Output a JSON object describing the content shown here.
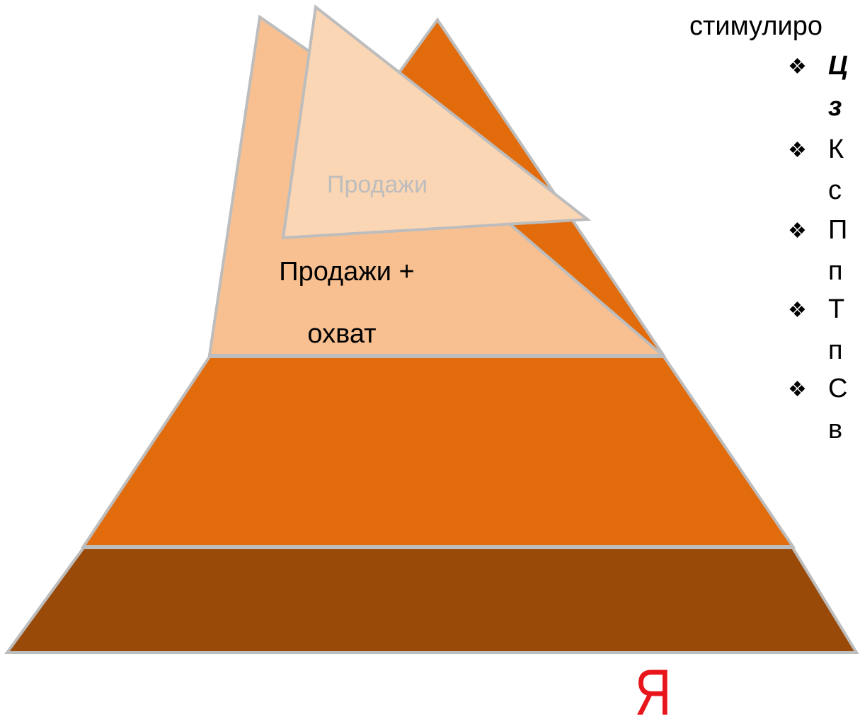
{
  "pyramid": {
    "apex_label": "Продажи",
    "upper_label_line1": "Продажи +",
    "upper_label_line2": "охват",
    "colors": {
      "orange": "#E26C0C",
      "light_peach": "#F8C090",
      "pale_peach": "#FBD6B4",
      "dark_brown": "#994A08",
      "outline": "#BDBDBD",
      "apex_text": "#BDBDBD"
    }
  },
  "side_text": {
    "heading_fragment": "стимулиро",
    "bullet_icon": "diamond-cluster-icon",
    "bullets": [
      {
        "line1": "Ц",
        "line2": "з"
      },
      {
        "line1": "К",
        "line2": "с"
      },
      {
        "line1": "П",
        "line2": "п"
      },
      {
        "line1": "Т",
        "line2": "п"
      },
      {
        "line1": "С",
        "line2": "в"
      }
    ]
  },
  "logo": {
    "text": "Я",
    "color": "#E8151C"
  }
}
